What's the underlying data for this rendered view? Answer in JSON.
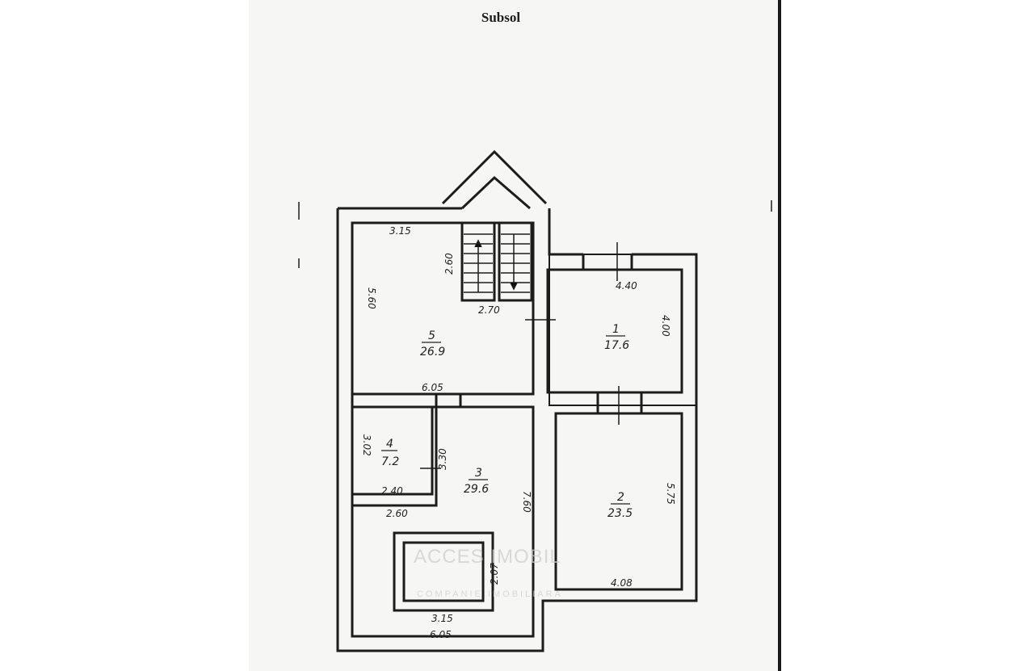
{
  "title": "Subsol",
  "ghost_text": "",
  "watermark": {
    "name": "ACCES IMOBIL",
    "tagline": "COMPANIE IMOBILIARA"
  },
  "rooms": [
    {
      "number": "1",
      "area": "17.6"
    },
    {
      "number": "2",
      "area": "23.5"
    },
    {
      "number": "3",
      "area": "29.6"
    },
    {
      "number": "4",
      "area": "7.2"
    },
    {
      "number": "5",
      "area": "26.9"
    }
  ],
  "dimensions": {
    "d_315_top": "3.15",
    "d_560": "5.60",
    "d_260_stair": "2.60",
    "d_270": "2.70",
    "d_440": "4.40",
    "d_400": "4.00",
    "d_605_mid": "6.05",
    "d_302": "3.02",
    "d_330": "3.30",
    "d_240": "2.40",
    "d_260_bottom": "2.60",
    "d_760": "7.60",
    "d_575": "5.75",
    "d_207": "2.07",
    "d_408": "4.08",
    "d_315_bottom": "3.15",
    "d_605_bottom": "6.05"
  }
}
